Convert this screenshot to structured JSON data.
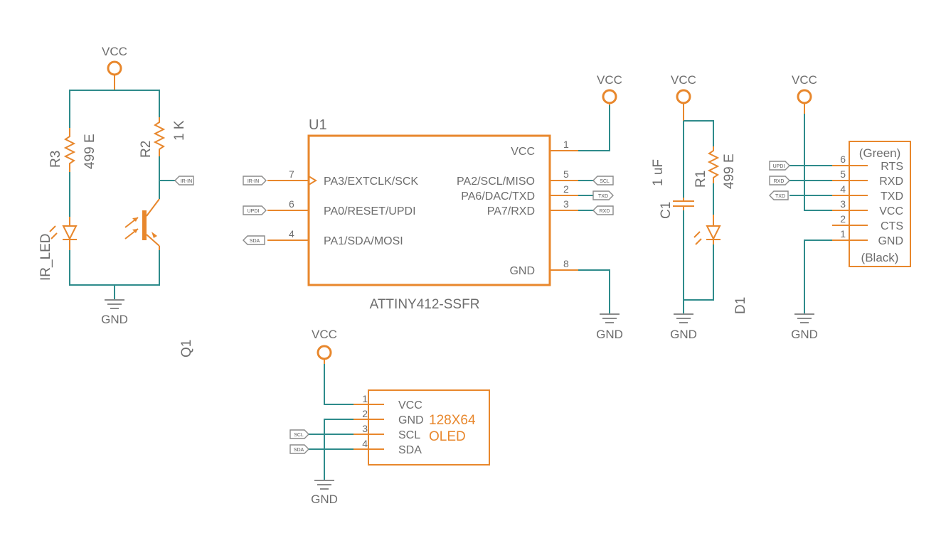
{
  "power": {
    "vcc": "VCC",
    "gnd": "GND"
  },
  "sensor": {
    "r3_ref": "R3",
    "r3_val": "499 E",
    "r2_ref": "R2",
    "r2_val": "1 K",
    "led_ref": "IR_LED",
    "q_ref": "Q1",
    "out_tag": "IR-IN"
  },
  "mcu": {
    "ref": "U1",
    "part": "ATTINY412-SSFR",
    "left_pins": [
      {
        "num": "7",
        "name": "PA3/EXTCLK/SCK",
        "tag": "IR-IN"
      },
      {
        "num": "6",
        "name": "PA0/RESET/UPDI",
        "tag": "UPDI"
      },
      {
        "num": "4",
        "name": "PA1/SDA/MOSI",
        "tag": "SDA"
      }
    ],
    "right_pins": [
      {
        "num": "1",
        "name": "VCC"
      },
      {
        "num": "5",
        "name": "PA2/SCL/MISO",
        "tag": "SCL"
      },
      {
        "num": "2",
        "name": "PA6/DAC/TXD",
        "tag": "TXD"
      },
      {
        "num": "3",
        "name": "PA7/RXD",
        "tag": "RXD"
      },
      {
        "num": "8",
        "name": "GND"
      }
    ]
  },
  "cap": {
    "ref": "C1",
    "val": "1 uF"
  },
  "indicator": {
    "r_ref": "R1",
    "r_val": "499 E",
    "d_ref": "D1"
  },
  "ftdi": {
    "top_label": "(Green)",
    "bottom_label": "(Black)",
    "pins": [
      {
        "num": "6",
        "name": "RTS",
        "tag": "UPDI"
      },
      {
        "num": "5",
        "name": "RXD",
        "tag": "RXD"
      },
      {
        "num": "4",
        "name": "TXD",
        "tag": "TXD"
      },
      {
        "num": "3",
        "name": "VCC"
      },
      {
        "num": "2",
        "name": "CTS"
      },
      {
        "num": "1",
        "name": "GND"
      }
    ]
  },
  "oled": {
    "label_line1": "128X64",
    "label_line2": "OLED",
    "pins": [
      {
        "num": "1",
        "name": "VCC"
      },
      {
        "num": "2",
        "name": "GND"
      },
      {
        "num": "3",
        "name": "SCL",
        "tag": "SCL"
      },
      {
        "num": "4",
        "name": "SDA",
        "tag": "SDA"
      }
    ]
  },
  "colors": {
    "wire": "#2e8b8b",
    "symbol": "#e8872c",
    "text": "#6d6d6d"
  }
}
